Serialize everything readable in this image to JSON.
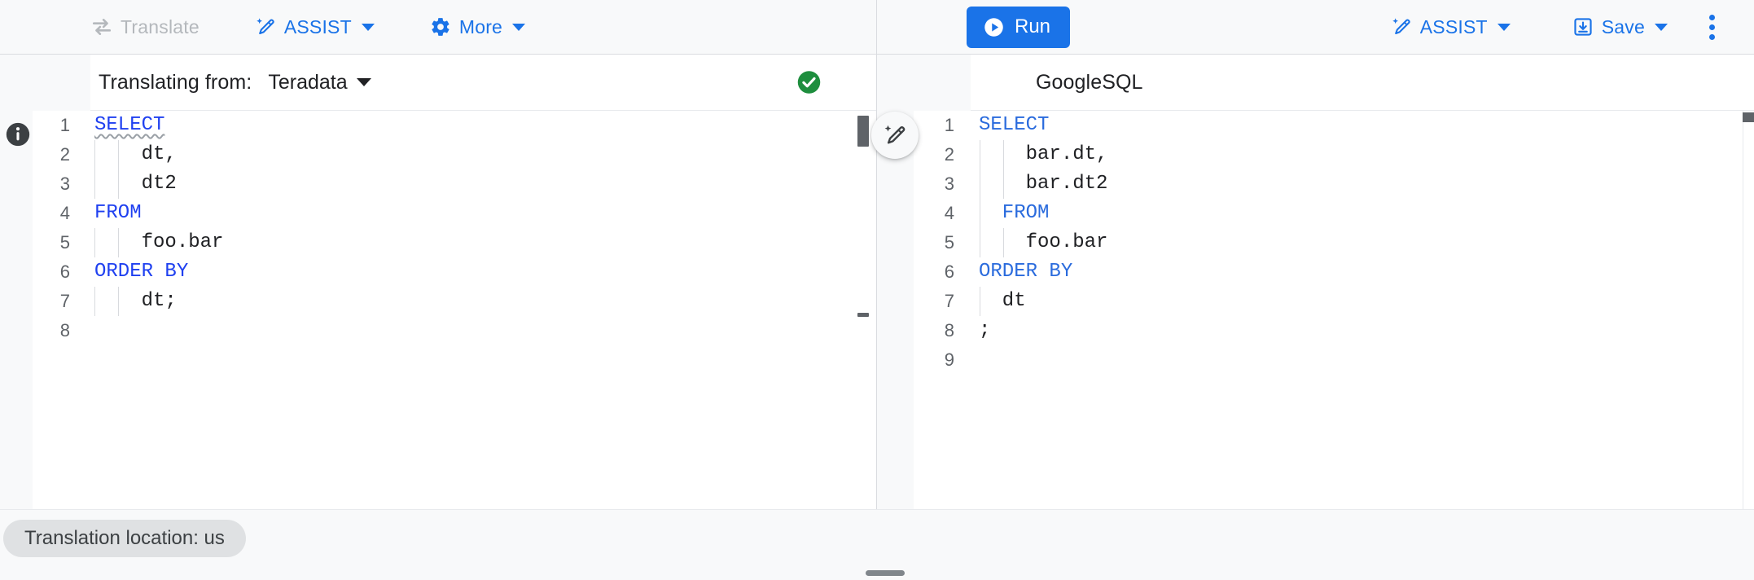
{
  "toolbar": {
    "left": [
      {
        "id": "translate",
        "label": "Translate",
        "icon": "translate-swap-icon",
        "disabled": true,
        "caret": false
      },
      {
        "id": "assist",
        "label": "ASSIST",
        "icon": "magic-wand-icon",
        "disabled": false,
        "caret": true
      },
      {
        "id": "more",
        "label": "More",
        "icon": "gear-icon",
        "disabled": false,
        "caret": true
      }
    ],
    "right": {
      "run_label": "Run",
      "run_icon": "play-circle-icon",
      "assist_label": "ASSIST",
      "assist_icon": "magic-wand-icon",
      "save_label": "Save",
      "save_icon": "save-download-icon",
      "overflow_icon": "kebab-menu-icon"
    },
    "accent_color": "#1a73e8",
    "disabled_color": "#b4b8bc"
  },
  "source_panel": {
    "prefix_label": "Translating from:",
    "language": "Teradata",
    "dropdown_icon": "chevron-down-icon",
    "status_icon": "check-circle-icon",
    "status_color": "#1e8e3e",
    "info_icon": "info-circle-icon",
    "lines": [
      {
        "n": "1",
        "segments": [
          {
            "t": "SELECT",
            "style": "keyword-squiggly"
          }
        ],
        "guides": 0
      },
      {
        "n": "2",
        "segments": [
          {
            "t": "    dt,",
            "style": "plain"
          }
        ],
        "guides": 2
      },
      {
        "n": "3",
        "segments": [
          {
            "t": "    dt2",
            "style": "plain"
          }
        ],
        "guides": 2
      },
      {
        "n": "4",
        "segments": [
          {
            "t": "FROM",
            "style": "keyword"
          }
        ],
        "guides": 0
      },
      {
        "n": "5",
        "segments": [
          {
            "t": "    foo.bar",
            "style": "plain"
          }
        ],
        "guides": 2
      },
      {
        "n": "6",
        "segments": [
          {
            "t": "ORDER BY",
            "style": "keyword"
          }
        ],
        "guides": 0
      },
      {
        "n": "7",
        "segments": [
          {
            "t": "    dt;",
            "style": "plain"
          }
        ],
        "guides": 2
      },
      {
        "n": "8",
        "segments": [
          {
            "t": "",
            "style": "plain"
          }
        ],
        "guides": 0
      }
    ]
  },
  "target_panel": {
    "language": "GoogleSQL",
    "assist_fab_icon": "magic-wand-icon",
    "lines": [
      {
        "n": "1",
        "segments": [
          {
            "t": "SELECT",
            "style": "keyword-soft"
          }
        ],
        "guides": 0
      },
      {
        "n": "2",
        "segments": [
          {
            "t": "    bar.dt,",
            "style": "plain"
          }
        ],
        "guides": 2
      },
      {
        "n": "3",
        "segments": [
          {
            "t": "    bar.dt2",
            "style": "plain"
          }
        ],
        "guides": 2
      },
      {
        "n": "4",
        "segments": [
          {
            "t": "  FROM",
            "style": "keyword-soft"
          }
        ],
        "guides": 1
      },
      {
        "n": "5",
        "segments": [
          {
            "t": "    foo.bar",
            "style": "plain"
          }
        ],
        "guides": 2
      },
      {
        "n": "6",
        "segments": [
          {
            "t": "ORDER BY",
            "style": "keyword-soft"
          }
        ],
        "guides": 0
      },
      {
        "n": "7",
        "segments": [
          {
            "t": "  dt",
            "style": "plain"
          }
        ],
        "guides": 1
      },
      {
        "n": "8",
        "segments": [
          {
            "t": ";",
            "style": "plain"
          }
        ],
        "guides": 0
      },
      {
        "n": "9",
        "segments": [
          {
            "t": "",
            "style": "plain"
          }
        ],
        "guides": 0
      }
    ]
  },
  "footer": {
    "location_chip": "Translation location: us",
    "drag_handle": "horizontal-drag-handle"
  }
}
